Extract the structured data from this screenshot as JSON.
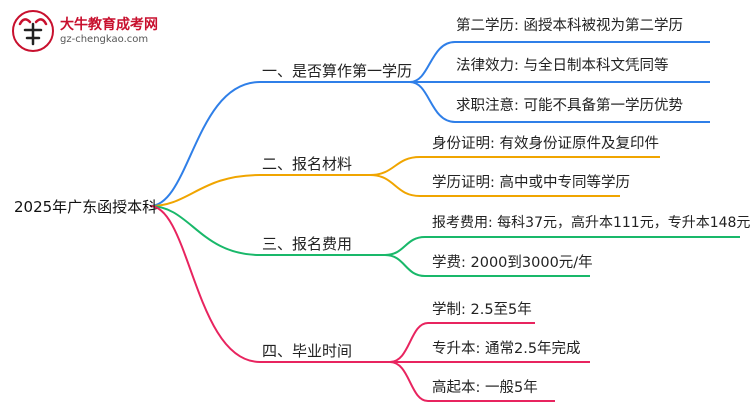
{
  "watermark": {
    "name": "大牛教育成考网",
    "url": "gz-chengkao.com"
  },
  "root": "2025年广东函授本科",
  "branches": [
    {
      "label": "一、是否算作第一学历",
      "color": "#2f7fe8",
      "leaves": [
        "第二学历: 函授本科被视为第二学历",
        "法律效力: 与全日制本科文凭同等",
        "求职注意: 可能不具备第一学历优势"
      ]
    },
    {
      "label": "二、报名材料",
      "color": "#f0a500",
      "leaves": [
        "身份证明: 有效身份证原件及复印件",
        "学历证明: 高中或中专同等学历"
      ]
    },
    {
      "label": "三、报名费用",
      "color": "#19b86a",
      "leaves": [
        "报考费用: 每科37元，高升本111元，专升本148元",
        "学费: 2000到3000元/年"
      ]
    },
    {
      "label": "四、毕业时间",
      "color": "#e8245f",
      "leaves": [
        "学制: 2.5至5年",
        "专升本: 通常2.5年完成",
        "高起本: 一般5年"
      ]
    }
  ]
}
